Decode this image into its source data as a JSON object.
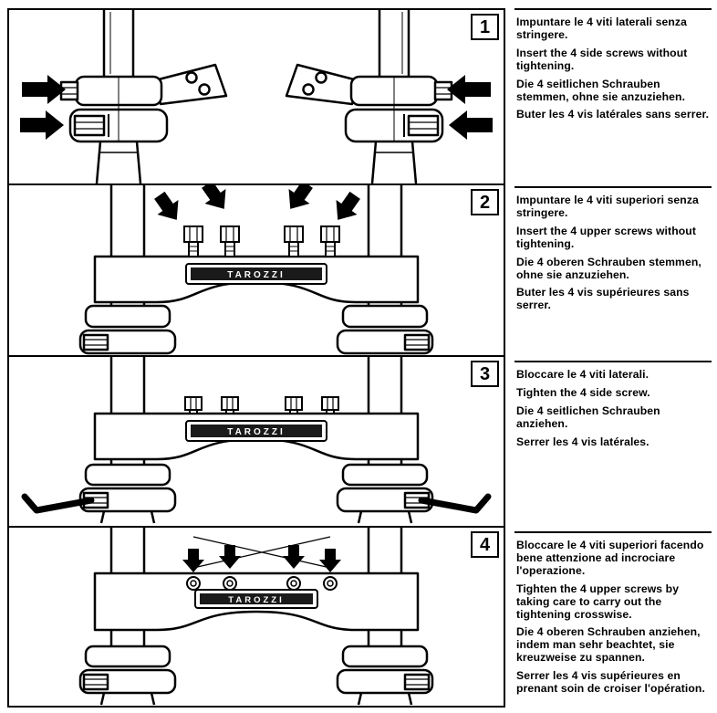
{
  "drawing": {
    "brand_label": "TAROZZI"
  },
  "steps": [
    {
      "number": "1",
      "instructions": [
        "Impuntare le 4 viti laterali senza stringere.",
        "Insert the 4 side screws without tightening.",
        "Die 4 seitlichen Schrauben stemmen, ohne sie anzuziehen.",
        "Buter les 4 vis latérales sans serrer."
      ]
    },
    {
      "number": "2",
      "instructions": [
        "Impuntare le 4 viti superiori senza stringere.",
        "Insert the 4 upper screws without tightening.",
        "Die 4 oberen Schrauben stemmen, ohne sie anzuziehen.",
        "Buter les 4 vis supérieures sans serrer."
      ]
    },
    {
      "number": "3",
      "instructions": [
        "Bloccare le 4 viti laterali.",
        "Tighten the 4 side screw.",
        "Die 4 seitlichen Schrauben anziehen.",
        "Serrer les 4 vis latérales."
      ]
    },
    {
      "number": "4",
      "instructions": [
        "Bloccare le 4 viti superiori facendo bene attenzione ad incrociare l'operazione.",
        "Tighten the 4 upper screws by taking care to carry out the tightening crosswise.",
        "Die 4 oberen Schrauben anziehen, indem man sehr beachtet, sie kreuzweise zu spannen.",
        "Serrer les 4 vis supérieures en prenant soin de croiser l'opération."
      ]
    }
  ]
}
